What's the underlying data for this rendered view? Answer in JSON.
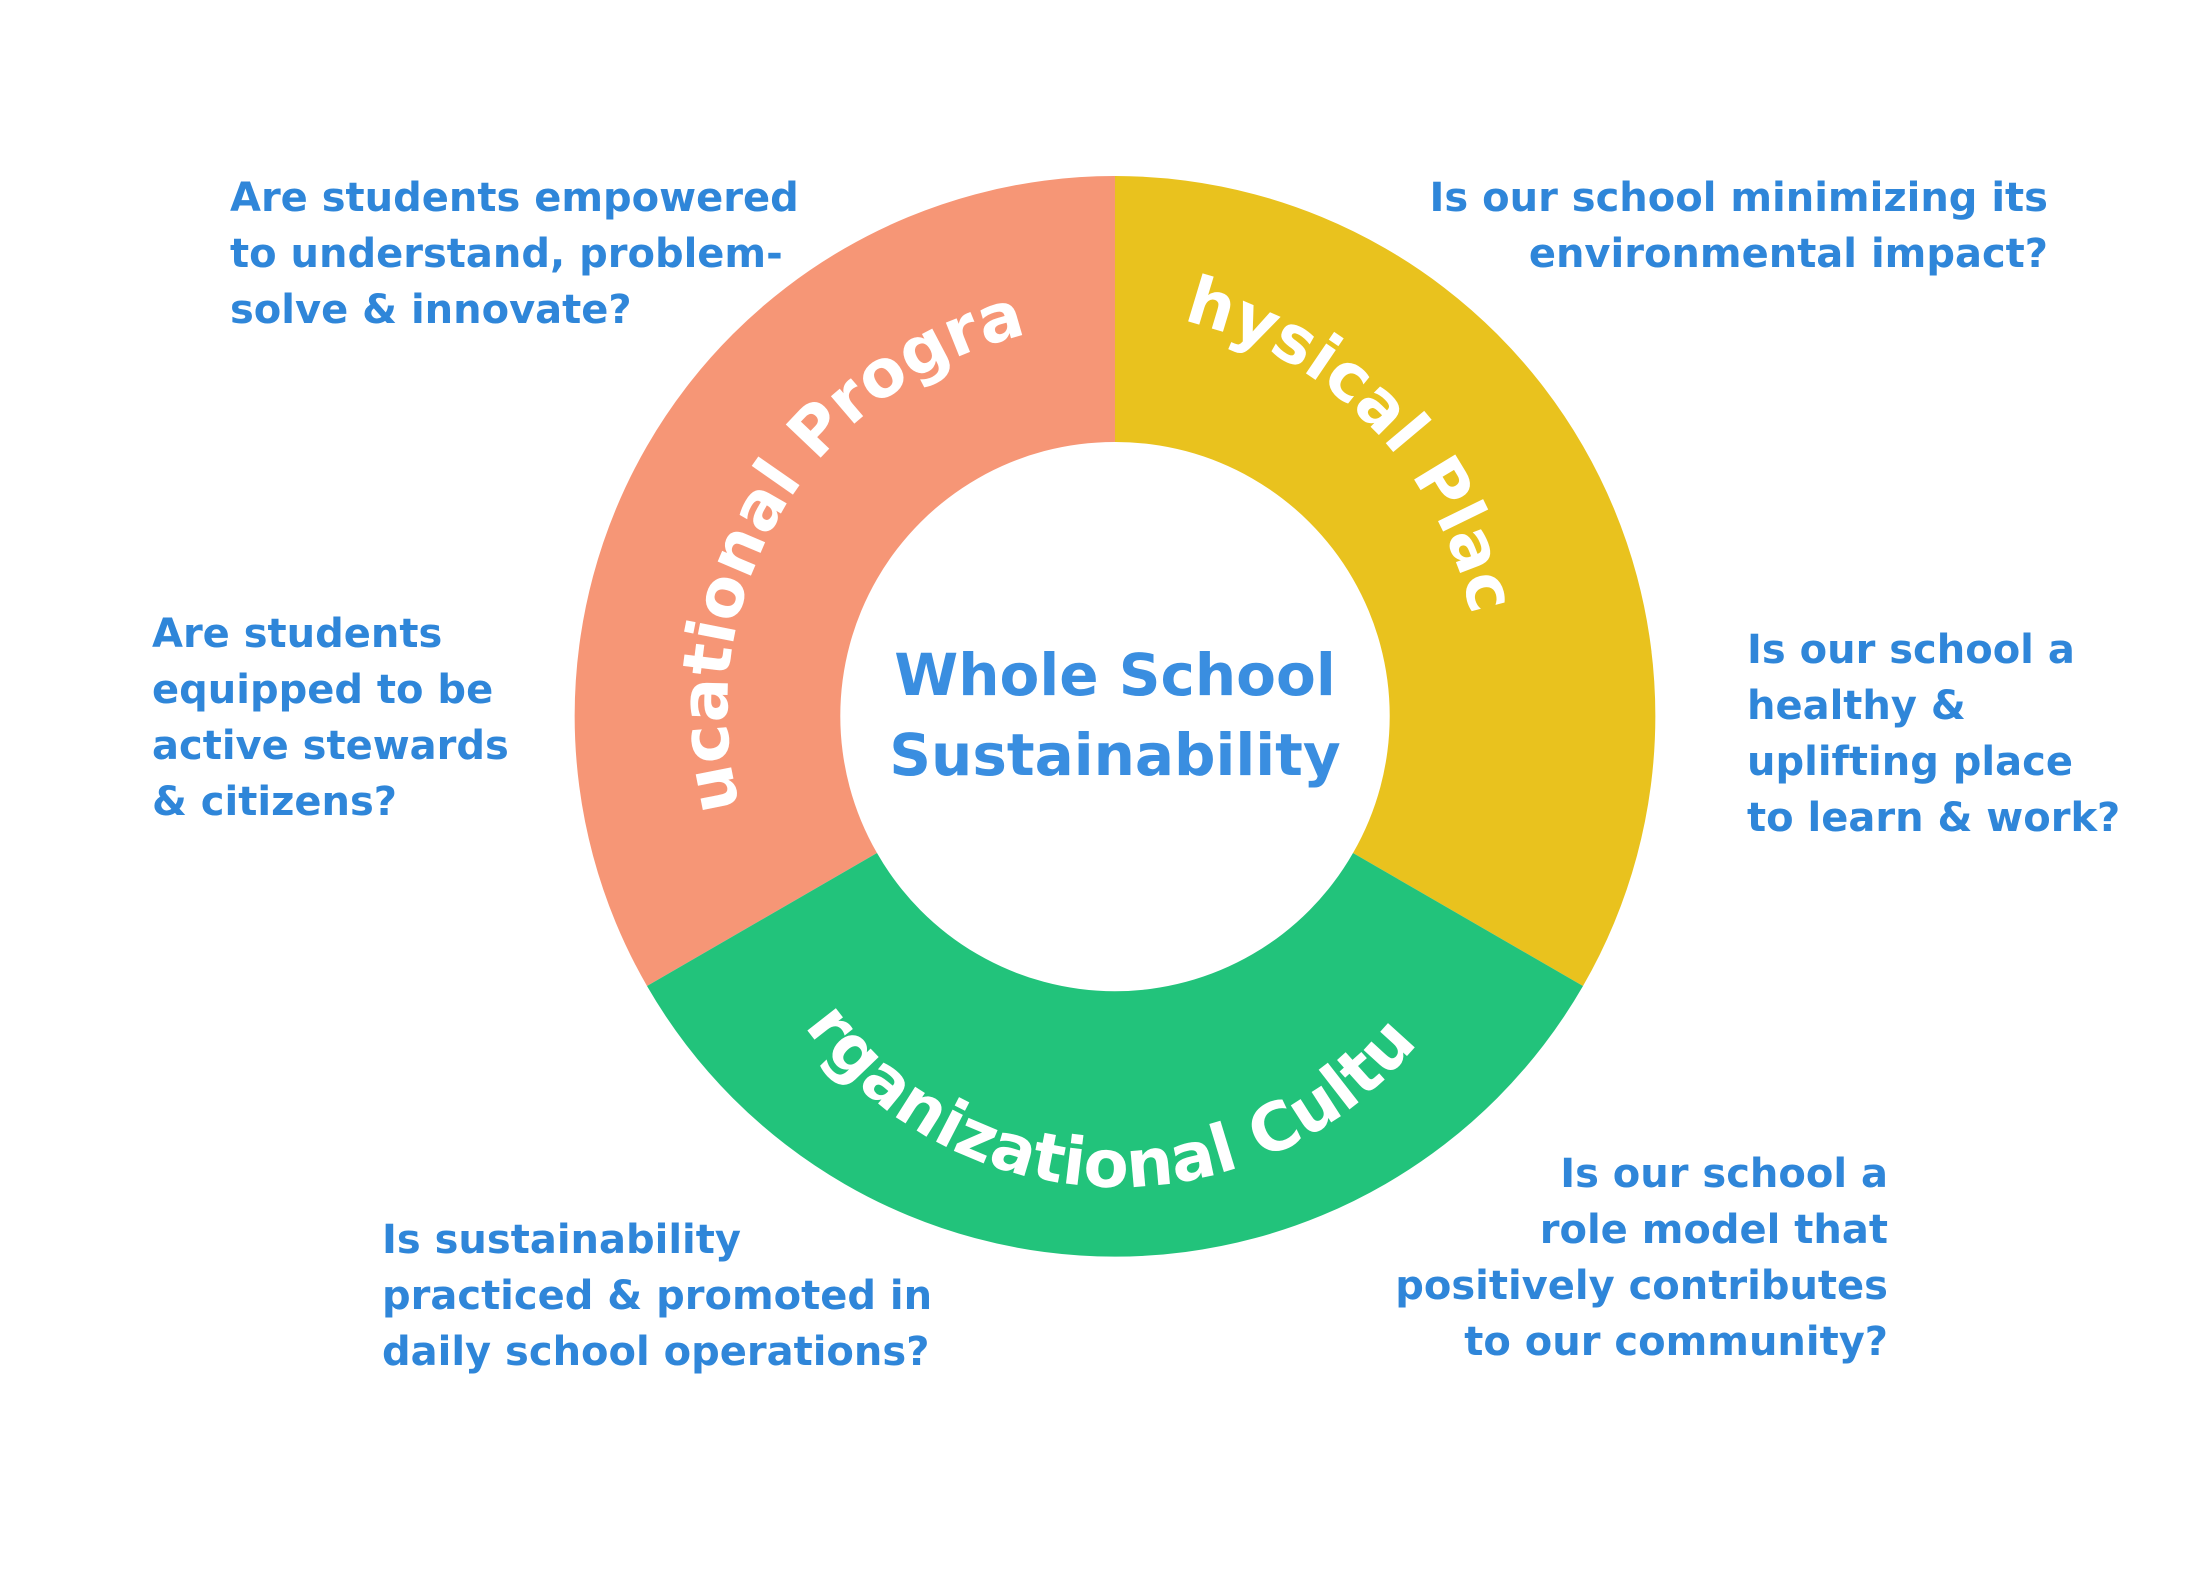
{
  "title": {
    "line1": "Whole School",
    "line2": "Sustainability"
  },
  "segments": [
    {
      "id": "educational-programs",
      "label": "Educational Programs",
      "color": "#f69676"
    },
    {
      "id": "physical-place",
      "label": "Physical Place",
      "color": "#e9c21e"
    },
    {
      "id": "organizational-culture",
      "label": "Organizational Culture",
      "color": "#22c37b"
    }
  ],
  "questions": {
    "educational_top": "Are students empowered\nto understand, problem-\nsolve & innovate?",
    "educational_side": "Are students\nequipped to be\nactive stewards\n& citizens?",
    "physical_top": "Is our school minimizing its\nenvironmental impact?",
    "physical_side": "Is our school a\nhealthy &\nuplifting place\nto learn & work?",
    "culture_left": "Is sustainability\npracticed & promoted in\ndaily school operations?",
    "culture_right": "Is our school a\nrole model that\npositively contributes\nto our community?"
  },
  "colors": {
    "question_text": "#2f86d9",
    "center_text": "#3a8ee0",
    "ring_text": "#ffffff"
  }
}
